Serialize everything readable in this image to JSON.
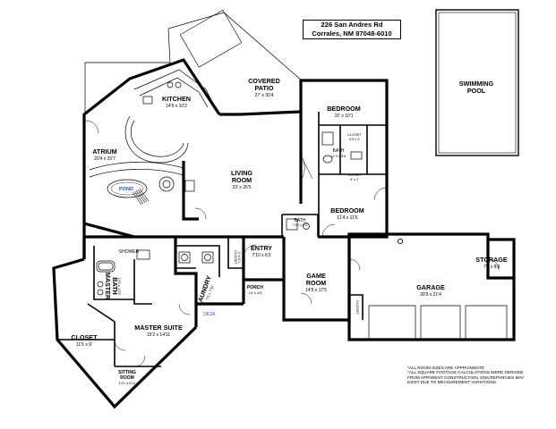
{
  "address": {
    "line1": "226 San Andres Rd",
    "line2": "Corrales, NM 87048-6010"
  },
  "rooms": {
    "kitchen": {
      "name": "KITCHEN",
      "dims": "14'9 x 10'2"
    },
    "covered_patio": {
      "name1": "COVERED",
      "name2": "PATIO",
      "dims": "27' x 30'4"
    },
    "bedroom1": {
      "name": "BEDROOM",
      "dims": "15' x 10'1"
    },
    "closet1": {
      "name": "CLOSET",
      "dims": "4'3 x 2'"
    },
    "bath1": {
      "name": "BATH",
      "dims": "11'4 x 5'6"
    },
    "closet2": {
      "name": "CLOSET",
      "dims": "4' x 2'"
    },
    "bedroom2": {
      "name": "BEDROOM",
      "dims": "11'4 x 11'6"
    },
    "atrium": {
      "name": "ATRIUM",
      "dims": "20'4 x 25'7"
    },
    "pond": {
      "name": "POND"
    },
    "living_room": {
      "name1": "LIVING",
      "name2": "ROOM",
      "dims": "23' x 26'5"
    },
    "bath2": {
      "name": "BATH",
      "dims": "7'10 x 4'5"
    },
    "swimming_pool": {
      "name1": "SWIMMING",
      "name2": "POOL"
    },
    "shower": {
      "name": "SHOWER"
    },
    "closet3": {
      "name": "CLOSET",
      "dims": "2' x 6'1"
    },
    "entry": {
      "name": "ENTRY",
      "dims": "7'10 x 6'3"
    },
    "storage": {
      "name": "STORAGE",
      "dims": "7'8 x 8'8"
    },
    "master_bath": {
      "name1": "MASTER",
      "name2": "BATH",
      "dims": "14'1 x 13'6"
    },
    "laundry": {
      "name": "LAUNDRY",
      "dims": "7'3 x 7'10"
    },
    "porch": {
      "name": "PORCH",
      "dims": "10' x 4'6"
    },
    "game_room": {
      "name1": "GAME",
      "name2": "ROOM",
      "dims": "14'5 x 17'5"
    },
    "garage": {
      "name": "GARAGE",
      "dims": "30'9 x 21'4"
    },
    "closet4": {
      "name": "CLOSET"
    },
    "desk": {
      "name": "DESK"
    },
    "closet5": {
      "name": "CLOSET",
      "dims": "11'5 x 9'"
    },
    "master_suite": {
      "name": "MASTER SUITE",
      "dims": "15'2 x 14'11"
    },
    "sitting_room": {
      "name1": "SITTING",
      "name2": "ROOM",
      "dims": "10'1 x 6'11"
    }
  },
  "notes": [
    "*ALL ROOM SIZES ARE APPROXIMATE",
    "*ALL SQUARE FOOTAGE CALCULATIONS WERE DERIVED",
    "FROM APPARENT CONSTRUCTION. DISCREPANCIES MAY",
    "EXIST DUE TO MEASUREMENT VARIATIONS"
  ],
  "colors": {
    "ink": "#000000",
    "pond_label": "#2a4fd1",
    "desk_label": "#2a4fd1",
    "background": "#ffffff"
  }
}
